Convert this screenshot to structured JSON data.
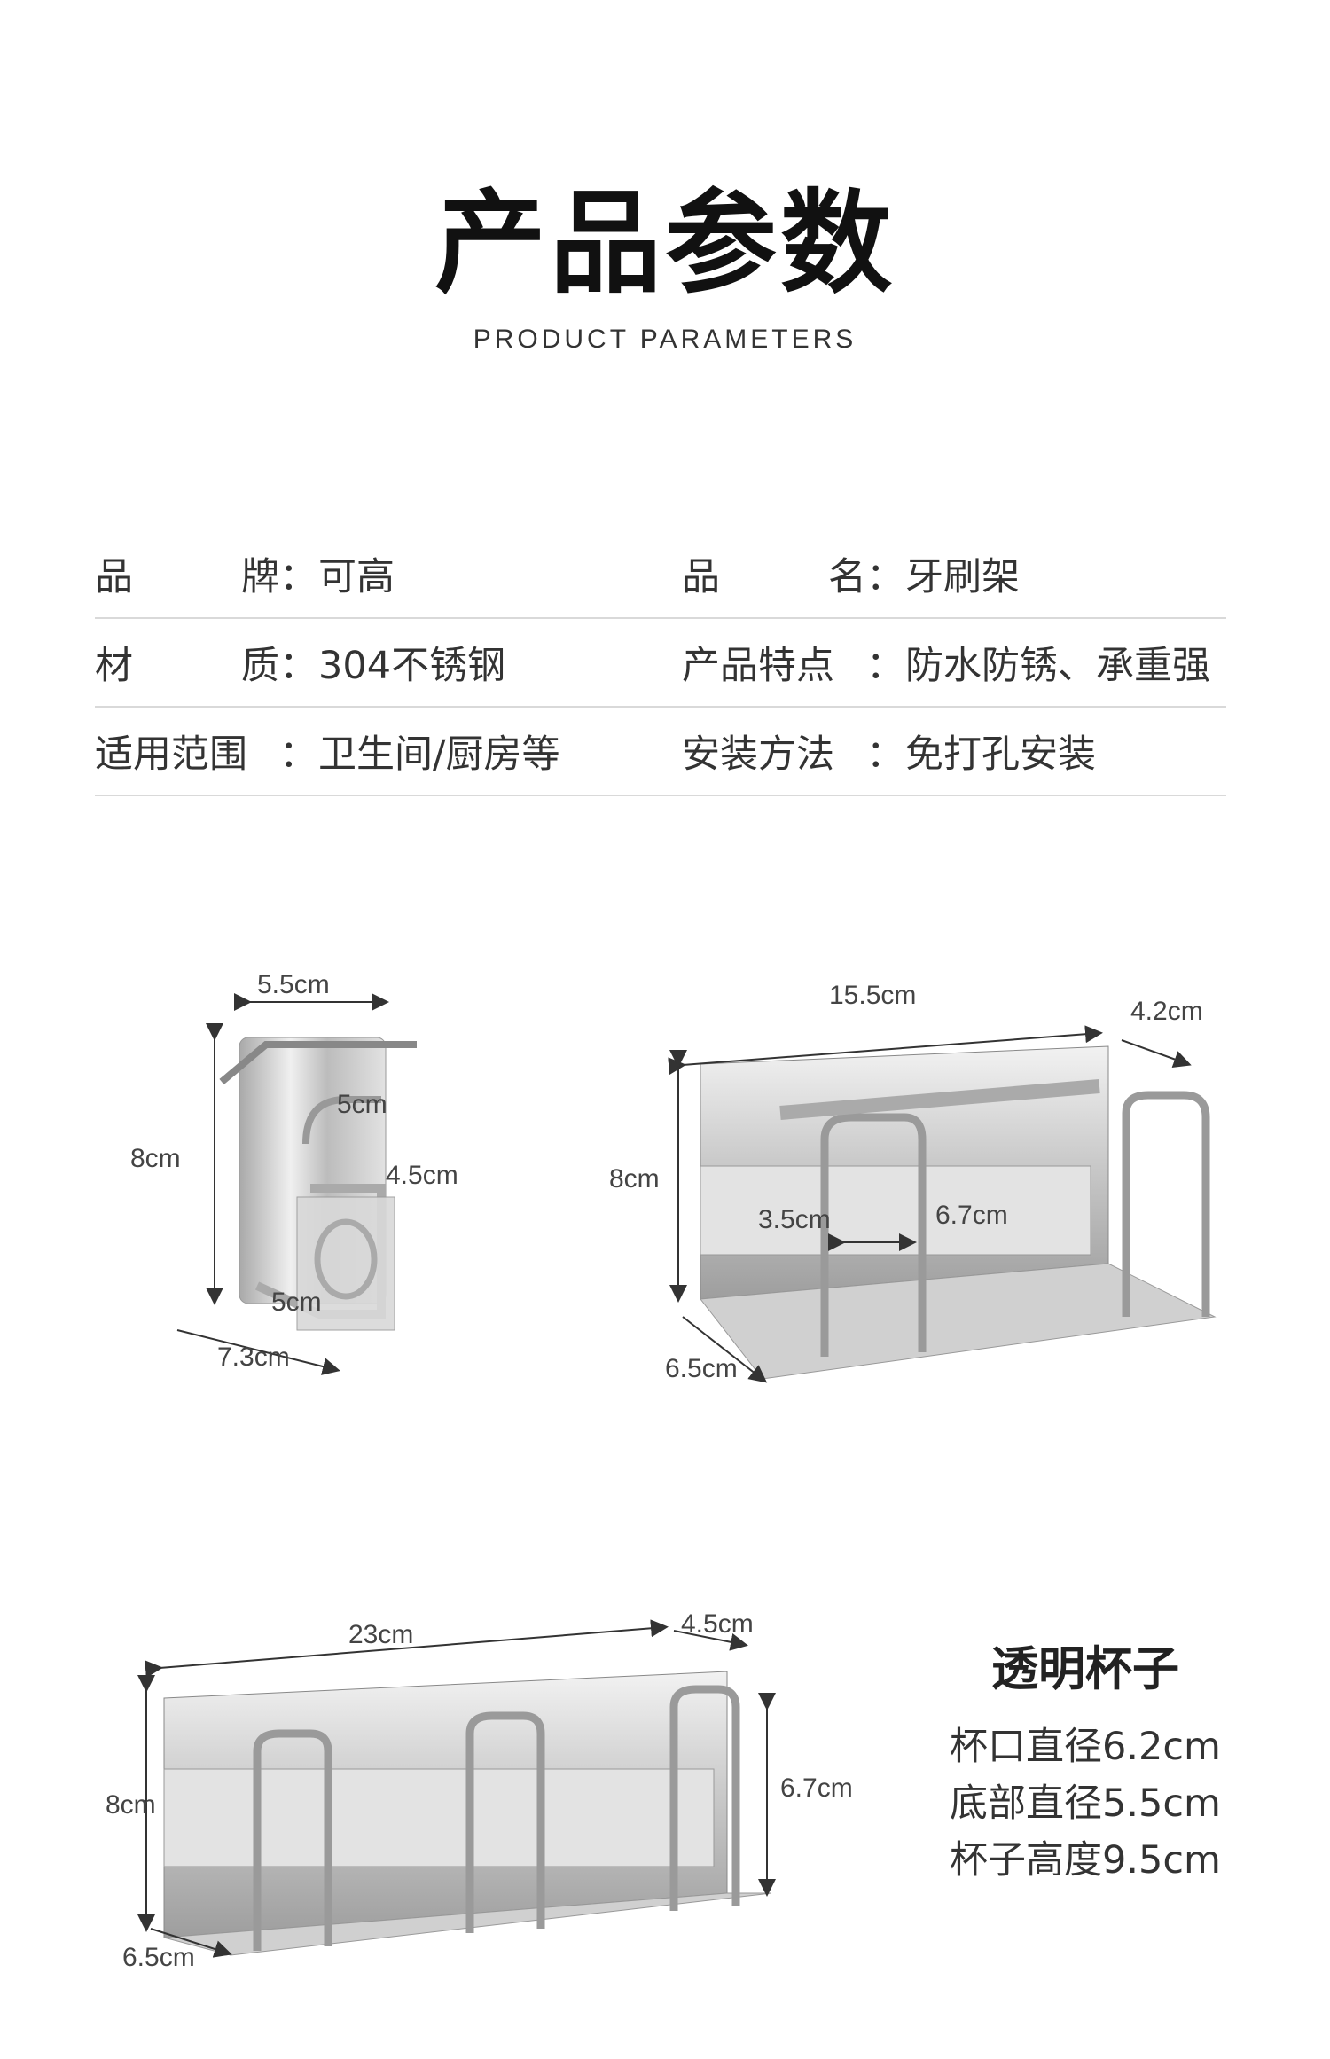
{
  "header": {
    "title": "产品参数",
    "subtitle": "PRODUCT PARAMETERS"
  },
  "specs": [
    {
      "label1": [
        "品",
        "牌"
      ],
      "value1": "可高",
      "label2": [
        "品",
        "名"
      ],
      "value2": "牙刷架"
    },
    {
      "label1": [
        "材",
        "质"
      ],
      "value1": "304不锈钢",
      "label2": [
        "产品特点"
      ],
      "value2": "防水防锈、承重强"
    },
    {
      "label1": [
        "适用范围"
      ],
      "value1": "卫生间/厨房等",
      "label2": [
        "安装方法"
      ],
      "value2": "免打孔安装"
    }
  ],
  "colon": "：",
  "figures": {
    "single": {
      "width": "5.5cm",
      "height": "8cm",
      "arm": "5cm",
      "ring": "4.5cm",
      "base": "5cm",
      "depth": "7.3cm"
    },
    "double": {
      "width": "15.5cm",
      "side": "4.2cm",
      "height": "8cm",
      "inner": "3.5cm",
      "inner_height": "6.7cm",
      "depth": "6.5cm"
    },
    "triple": {
      "width": "23cm",
      "side": "4.5cm",
      "height": "8cm",
      "cup_height": "6.7cm",
      "depth": "6.5cm"
    }
  },
  "cup": {
    "title": "透明杯子",
    "lines": [
      "杯口直径6.2cm",
      "底部直径5.5cm",
      "杯子高度9.5cm"
    ]
  }
}
